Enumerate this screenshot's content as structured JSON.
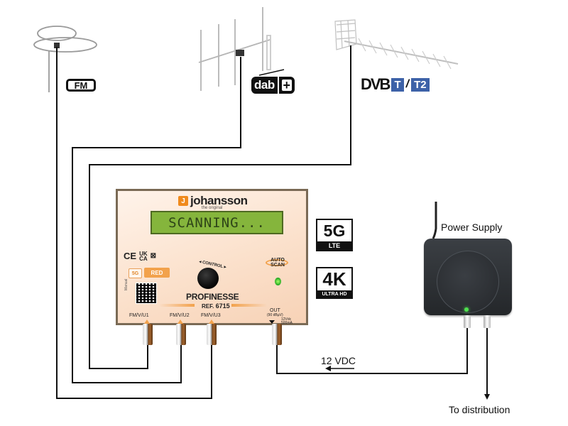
{
  "antennas": {
    "fm": {
      "label": "FM",
      "icon": "fm-loop-antenna-icon"
    },
    "dab": {
      "label": "dab",
      "plus": "+",
      "icon": "yagi-antenna-icon"
    },
    "dvb": {
      "label": "DVB",
      "t_label": "T",
      "slash": "/",
      "t2_label": "T2",
      "icon": "uhf-antenna-icon"
    }
  },
  "amplifier": {
    "brand": "johansson",
    "brand_mark": "J",
    "brand_tagline": "the original",
    "display_text": "SCANNING...",
    "cert_ce": "CE",
    "cert_ukca_top": "UK",
    "cert_ukca_bottom": "CA",
    "cert_weee": "⊠",
    "badge_5g": "5G",
    "badge_red": "RED",
    "manual_label": "Manual",
    "control_label": "◂ CONTROL ▸",
    "autoscan_top": "AUTO",
    "autoscan_bottom": "SCAN",
    "product_name": "PROFINESSE",
    "ref_prefix": "REF.",
    "ref_number": "6715",
    "inputs": [
      {
        "label": "FM/V/U1"
      },
      {
        "label": "FM/V/U2"
      },
      {
        "label": "FM/V/U3"
      }
    ],
    "output": {
      "label": "OUT",
      "level": "(90 dBµV)",
      "spec_line1": "12Vdc",
      "spec_line2": "500mA"
    },
    "accent_color": "#f2a24c",
    "lcd_color": "#85b53c"
  },
  "badges": {
    "lte_top": "5G",
    "lte_bottom": "LTE",
    "uhd_top": "4K",
    "uhd_bottom": "ULTRA HD"
  },
  "power_supply": {
    "label": "Power Supply"
  },
  "annotations": {
    "voltage": "12 VDC",
    "distribution": "To distribution"
  }
}
